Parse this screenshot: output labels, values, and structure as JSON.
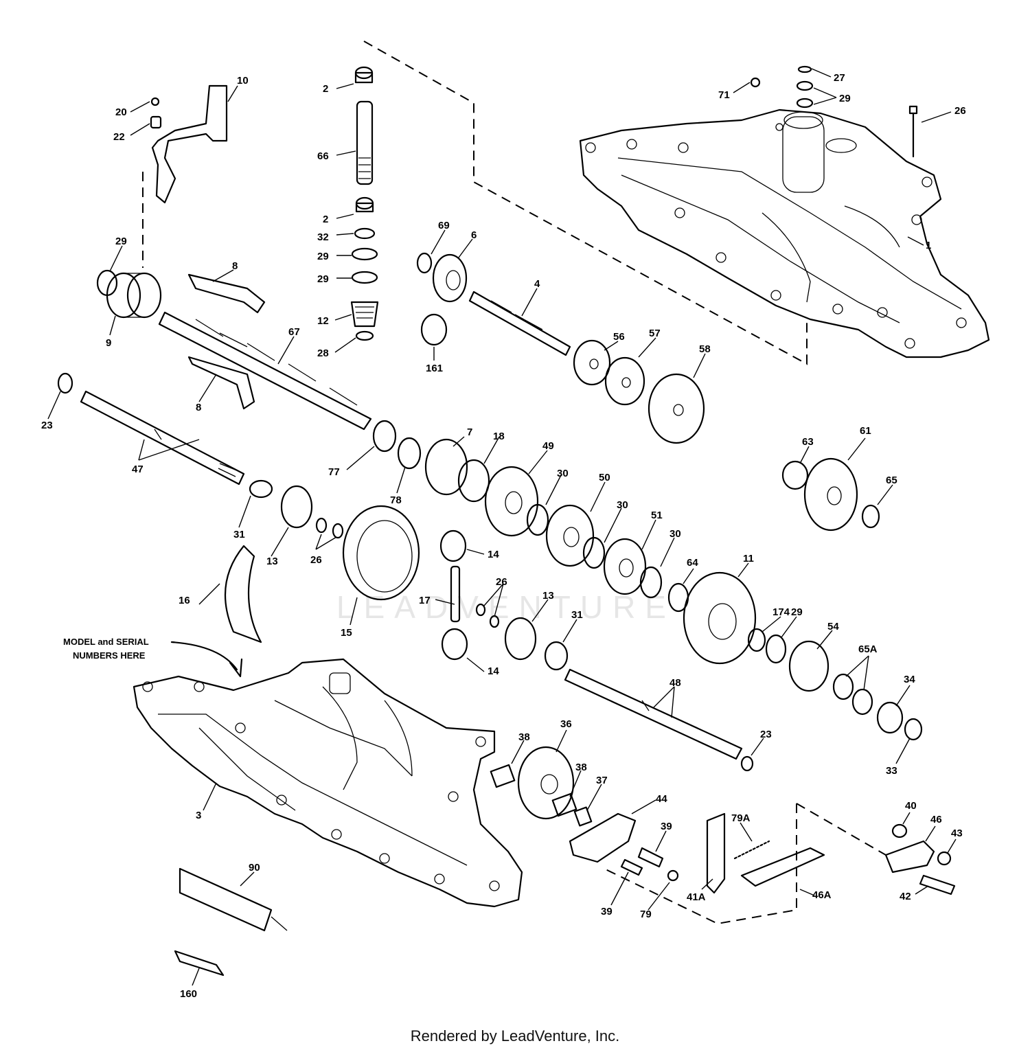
{
  "watermark": "LEADVENTURE",
  "note": {
    "line1": "MODEL and SERIAL",
    "line2": "NUMBERS HERE"
  },
  "footer": "Rendered by LeadVenture, Inc.",
  "callouts": [
    "2",
    "66",
    "2",
    "32",
    "29",
    "29",
    "12",
    "28",
    "10",
    "20",
    "22",
    "29",
    "9",
    "8",
    "67",
    "8",
    "69",
    "6",
    "161",
    "4",
    "56",
    "57",
    "58",
    "71",
    "27",
    "29",
    "26",
    "1",
    "23",
    "47",
    "31",
    "13",
    "26",
    "77",
    "78",
    "16",
    "15",
    "7",
    "18",
    "49",
    "30",
    "50",
    "30",
    "51",
    "30",
    "64",
    "11",
    "63",
    "61",
    "65",
    "14",
    "17",
    "26",
    "14",
    "13",
    "31",
    "48",
    "23",
    "174",
    "29",
    "54",
    "65A",
    "34",
    "33",
    "3",
    "38",
    "36",
    "38",
    "37",
    "44",
    "39",
    "39",
    "79",
    "79A",
    "41A",
    "46A",
    "40",
    "46",
    "43",
    "42",
    "90",
    "160"
  ]
}
